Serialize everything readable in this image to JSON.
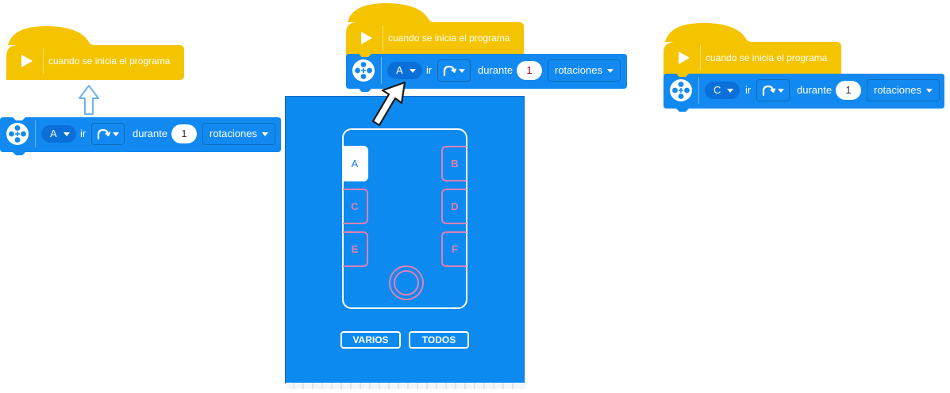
{
  "colors": {
    "hat": "#f5c400",
    "motor": "#1289f0",
    "motor_dark": "#0b6fd9",
    "picker": "#0d8af0",
    "port_outline": "#e07fb3",
    "arrow": "#6fb3ea"
  },
  "icons": {
    "play": "play-triangle-icon",
    "motor": "motor-icon",
    "rotation": "clockwise-rotation-icon",
    "caret": "caret-down-icon",
    "hub_button": "hub-center-button-icon",
    "arrow_up": "up-arrow-icon"
  },
  "stacks": [
    {
      "hat_label": "cuando se inicia el programa",
      "port": "A",
      "go_label": "ir",
      "during_label": "durante",
      "amount": "1",
      "unit": "rotaciones"
    },
    {
      "hat_label": "cuando se inicia el programa",
      "port": "A",
      "go_label": "ir",
      "during_label": "durante",
      "amount": "1",
      "unit": "rotaciones"
    },
    {
      "hat_label": "cuando se inicia el programa",
      "port": "C",
      "go_label": "ir",
      "during_label": "durante",
      "amount": "1",
      "unit": "rotaciones"
    }
  ],
  "picker": {
    "selected_port": "A",
    "ports_left": [
      "A",
      "C",
      "E"
    ],
    "ports_right": [
      "B",
      "D",
      "F"
    ],
    "varios_label": "VARIOS",
    "todos_label": "TODOS"
  }
}
